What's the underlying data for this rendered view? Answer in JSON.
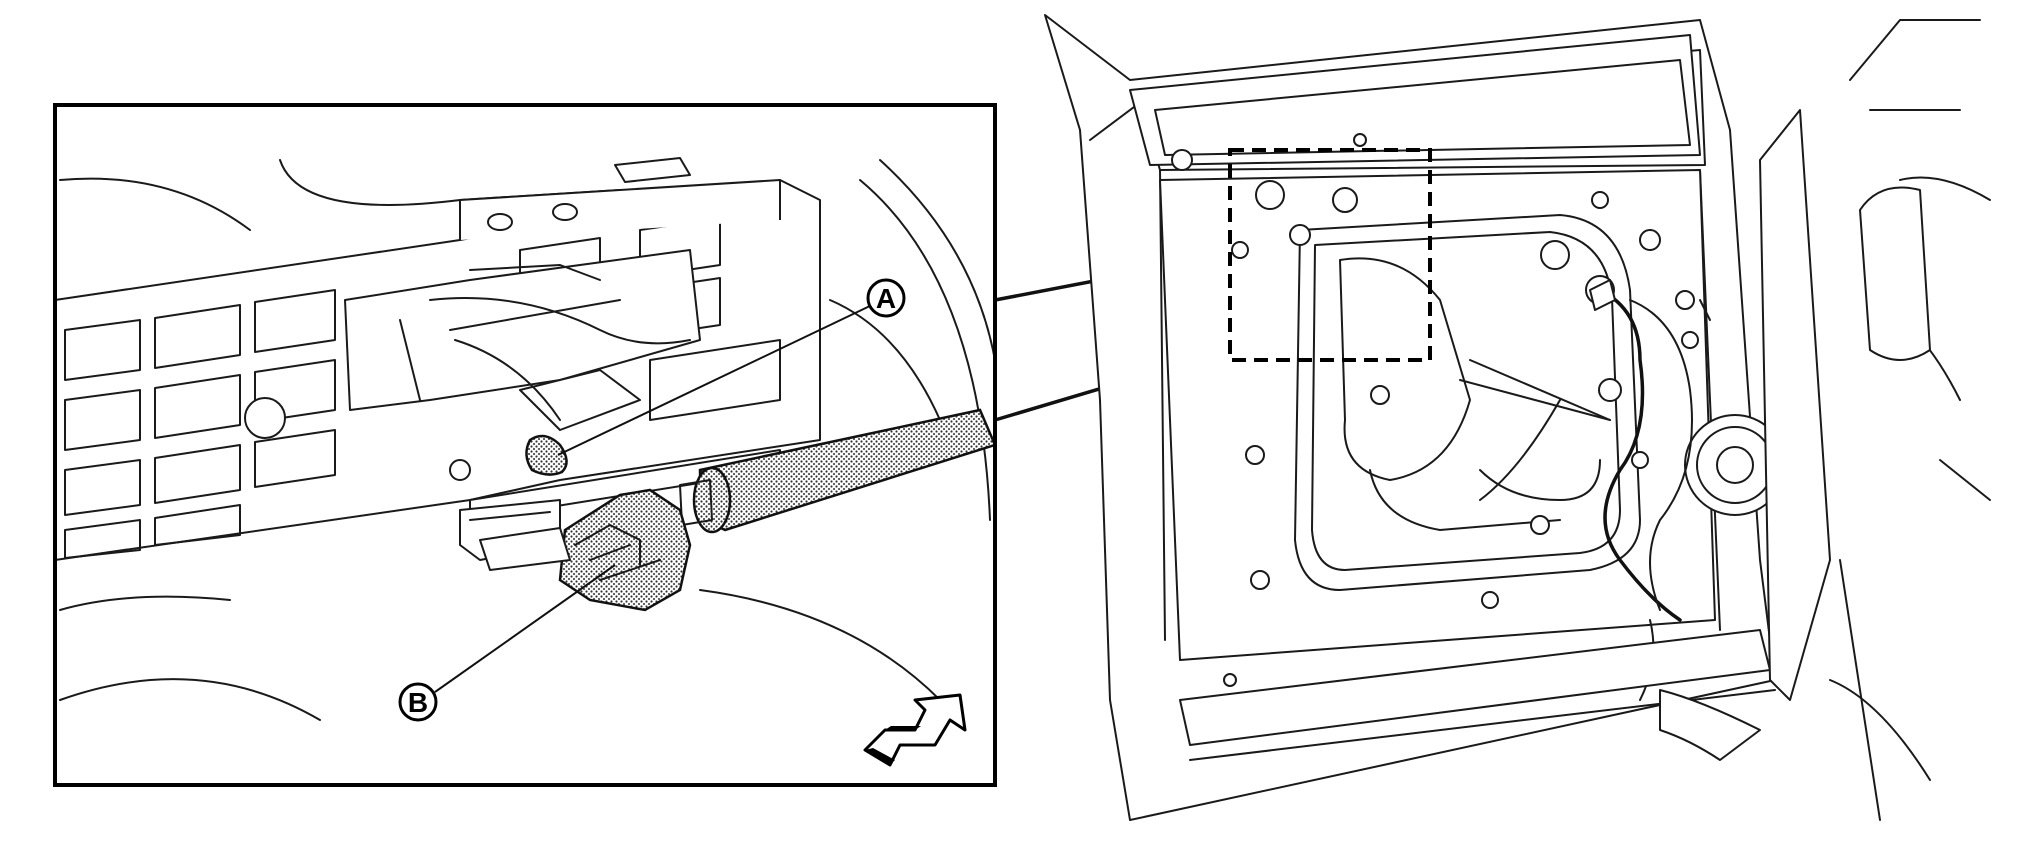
{
  "callouts": {
    "a": {
      "letter": "A",
      "target": "clip"
    },
    "b": {
      "letter": "B",
      "target": "connector"
    }
  },
  "icons": {
    "direction": "front-direction-arrow-icon"
  },
  "colors": {
    "ink": "#000000",
    "background": "#ffffff"
  }
}
